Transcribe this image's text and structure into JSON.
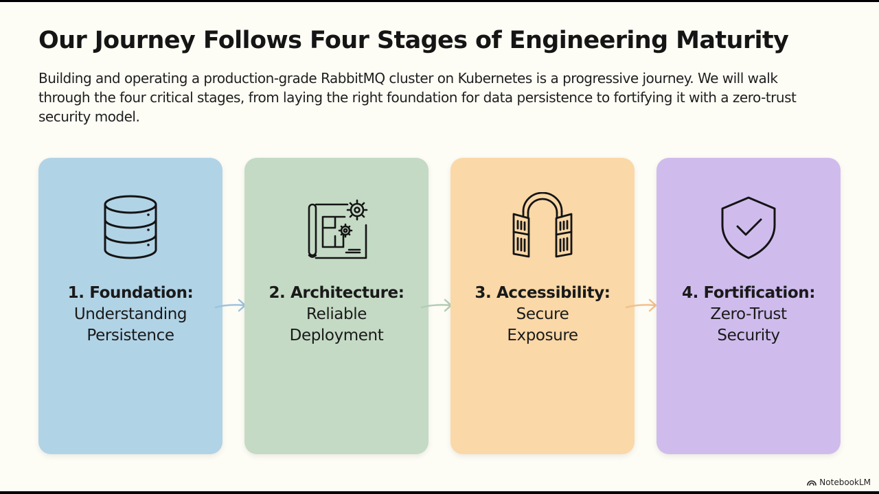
{
  "slide": {
    "title": "Our Journey Follows Four Stages of Engineering Maturity",
    "subtitle": "Building and operating a production-grade RabbitMQ cluster on Kubernetes is a progressive journey. We will walk through the four critical stages, from laying the right foundation for data persistence to fortifying it with a zero-trust security model."
  },
  "stages": [
    {
      "title": "1. Foundation:",
      "line1": "Understanding",
      "line2": "Persistence",
      "icon": "database-icon",
      "color": "#b1d3e6",
      "arrow_color": "#9fc3de"
    },
    {
      "title": "2. Architecture:",
      "line1": "Reliable",
      "line2": "Deployment",
      "icon": "blueprint-gear-icon",
      "color": "#c4dac5",
      "arrow_color": "#b3cdb6"
    },
    {
      "title": "3. Accessibility:",
      "line1": "Secure",
      "line2": "Exposure",
      "icon": "open-gate-icon",
      "color": "#fad8a7",
      "arrow_color": "#f2c08f"
    },
    {
      "title": "4. Fortification:",
      "line1": "Zero-Trust",
      "line2": "Security",
      "icon": "shield-check-icon",
      "color": "#cfbced"
    }
  ],
  "branding": {
    "label": "NotebookLM",
    "icon": "notebooklm-logo-icon"
  }
}
